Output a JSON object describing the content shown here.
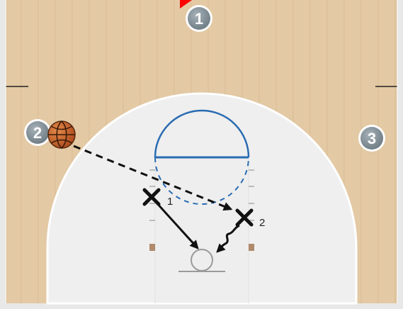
{
  "court": {
    "colors": {
      "wood": "#e3c9a4",
      "wood_grain": "#d2b48b",
      "paint": "#efefef",
      "frame": "#e8e8e8",
      "line": "#ffffff",
      "hash": "#8b8b8b",
      "arc": "#2a6cb2",
      "marker": "#ff0000"
    }
  },
  "players": [
    {
      "id": "offense-1",
      "label": "1",
      "icon": "offense-player-circle"
    },
    {
      "id": "offense-2",
      "label": "2",
      "icon": "offense-player-circle"
    },
    {
      "id": "offense-3",
      "label": "3",
      "icon": "offense-player-circle"
    }
  ],
  "defenders": [
    {
      "id": "defender-1",
      "label": "1",
      "icon": "defender-x"
    },
    {
      "id": "defender-2",
      "label": "2",
      "icon": "defender-x"
    }
  ],
  "ball": {
    "icon": "basketball-icon",
    "color": "#c25a1e"
  },
  "actions": [
    {
      "id": "pass",
      "type": "dashed-arrow",
      "from": "offense-2",
      "to": "defender-2"
    },
    {
      "id": "cut-1",
      "type": "arrow",
      "from": "defender-1",
      "to": "basket"
    },
    {
      "id": "cut-2",
      "type": "zigzag-arrow",
      "from": "defender-2",
      "to": "basket"
    }
  ]
}
